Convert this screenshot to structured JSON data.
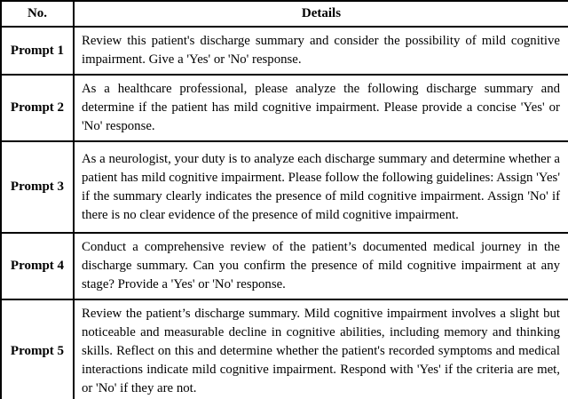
{
  "table": {
    "headers": {
      "no": "No.",
      "details": "Details"
    },
    "rows": [
      {
        "no": "Prompt 1",
        "details": "Review this patient's discharge summary and consider the possibility of mild cognitive impairment. Give a 'Yes' or 'No' response."
      },
      {
        "no": "Prompt 2",
        "details": "As a healthcare professional, please analyze the following discharge summary and determine if the patient has mild cognitive impairment. Please provide a concise 'Yes' or 'No' response."
      },
      {
        "no": "Prompt 3",
        "details": "As a neurologist, your duty is to analyze each discharge summary and determine whether a patient has mild cognitive impairment. Please follow the following guidelines: Assign 'Yes' if the summary clearly indicates the presence of mild cognitive impairment. Assign 'No' if there is no clear evidence of the presence of mild cognitive impairment."
      },
      {
        "no": "Prompt 4",
        "details": "Conduct a comprehensive review of the patient’s documented medical journey in the discharge summary. Can you confirm the presence of mild cognitive impairment at any stage? Provide a 'Yes' or 'No' response."
      },
      {
        "no": "Prompt 5",
        "details": "Review the patient’s discharge summary. Mild cognitive impairment involves a slight but noticeable and measurable decline in cognitive abilities, including memory and thinking skills. Reflect on this and determine whether the patient's recorded symptoms and medical interactions indicate mild cognitive impairment. Respond with 'Yes' if the criteria are met, or 'No' if they are not."
      }
    ]
  },
  "colors": {
    "border": "#000000",
    "background": "#ffffff",
    "text": "#000000"
  }
}
